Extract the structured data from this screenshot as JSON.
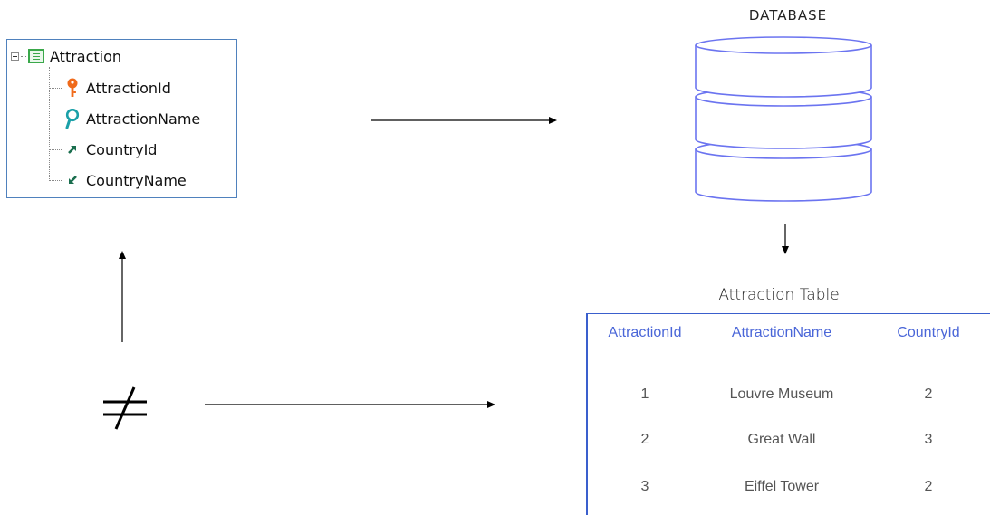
{
  "structure": {
    "name": "Attraction",
    "attributes": [
      {
        "name": "AttractionId",
        "icon": "key-icon"
      },
      {
        "name": "AttractionName",
        "icon": "search-key-icon"
      },
      {
        "name": "CountryId",
        "icon": "foreign-key-arrow-icon"
      },
      {
        "name": "CountryName",
        "icon": "inferred-arrow-icon"
      }
    ]
  },
  "database": {
    "title": "DATABASE"
  },
  "table": {
    "title": "Attraction Table",
    "columns": [
      "AttractionId",
      "AttractionName",
      "CountryId"
    ],
    "rows": [
      [
        "1",
        "Louvre Museum",
        "2"
      ],
      [
        "2",
        "Great Wall",
        "3"
      ],
      [
        "3",
        "Eiffel Tower",
        "2"
      ]
    ]
  },
  "symbols": {
    "not_equal": "not-equal-icon"
  },
  "colors": {
    "tree_border": "#4f81bd",
    "table_border": "#3a5fcd",
    "header_text": "#4a66d8",
    "database_stroke": "#6b74f0",
    "key_icon": "#f06a1a",
    "search_icon": "#1aa0a8",
    "arrow_icon": "#1a6e4e"
  }
}
